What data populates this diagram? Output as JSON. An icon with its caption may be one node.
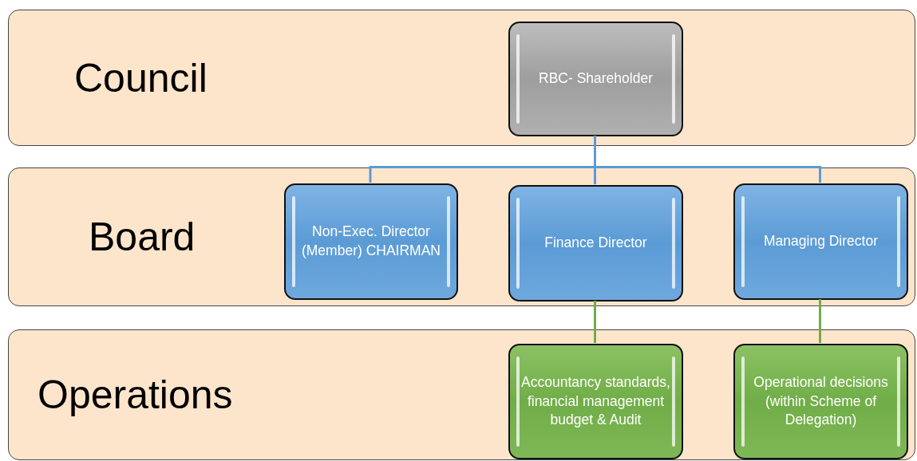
{
  "diagram": {
    "nodes": [
      {
        "text": [
          "Council"
        ]
      },
      {
        "text": [
          "RBC- Shareholder"
        ],
        "in": 0
      },
      {
        "text": [
          "Board"
        ]
      },
      {
        "text": [
          "Non-Exec. Director (Member) CHAIRMAN"
        ],
        "in": 2
      },
      {
        "text": [
          "Finance Director"
        ],
        "in": 2
      },
      {
        "text": [
          "Managing Director"
        ],
        "in": 2
      },
      {
        "text": [
          "Operations"
        ]
      },
      {
        "text": [
          "Accountancy standards, financial management budget & Audit"
        ],
        "in": 6
      },
      {
        "text": [
          "Operational decisions (within Scheme of Delegation)"
        ],
        "in": 6
      }
    ],
    "edges": [
      {
        "from": 1,
        "to": 3,
        "arrow": "none",
        "color": "#5b9bd5"
      },
      {
        "from": 1,
        "to": 4,
        "arrow": "none",
        "color": "#5b9bd5"
      },
      {
        "from": 1,
        "to": 5,
        "arrow": "none",
        "color": "#5b9bd5"
      },
      {
        "from": 4,
        "to": 7,
        "arrow": "none",
        "color": "#70ad47"
      },
      {
        "from": 5,
        "to": 8,
        "arrow": "none",
        "color": "#70ad47"
      }
    ]
  }
}
